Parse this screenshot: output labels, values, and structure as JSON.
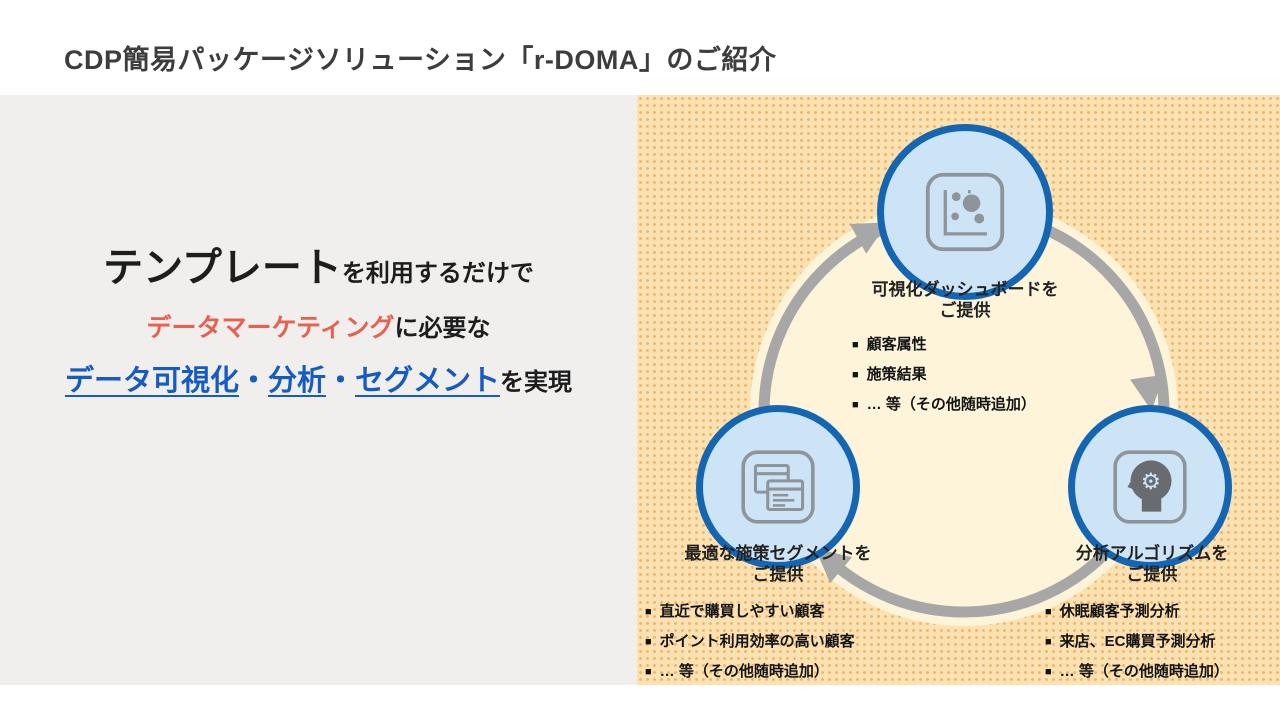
{
  "title": "CDP簡易パッケージソリューション「r-DOMA」のご紹介",
  "left_panel": {
    "line1": {
      "emphasis": "テンプレート",
      "rest": "を利用するだけで"
    },
    "line2": {
      "accent": "データマーケティング",
      "rest": "に必要な"
    },
    "line3": {
      "link1": "データ可視化",
      "sep1": "・",
      "link2": "分析",
      "sep2": "・",
      "link3": "セグメント",
      "rest": "を実現"
    }
  },
  "diagram": {
    "bullet_char": "■",
    "nodes": {
      "dashboard": {
        "icon": "bubble-chart-icon",
        "label_line1": "可視化ダッシュボードを",
        "label_line2": "ご提供"
      },
      "segment": {
        "icon": "browser-windows-icon",
        "label_line1": "最適な施策セグメントを",
        "label_line2": "ご提供"
      },
      "analysis": {
        "icon": "head-gear-icon",
        "label_line1": "分析アルゴリズムを",
        "label_line2": "ご提供"
      }
    },
    "lists": {
      "center": {
        "items": [
          "顧客属性",
          "施策結果",
          "… 等（その他随時追加）"
        ]
      },
      "segment": {
        "items": [
          "直近で購買しやすい顧客",
          "ポイント利用効率の高い顧客",
          "… 等（その他随時追加）"
        ]
      },
      "analysis": {
        "items": [
          "休眠顧客予測分析",
          "来店、EC購買予測分析",
          "… 等（その他随時追加）"
        ]
      }
    }
  },
  "colors": {
    "accent_red": "#e8604f",
    "link_blue": "#155bc2",
    "node_border": "#1566b2",
    "node_fill": "#cde4f7",
    "panel_orange": "#fce2b3",
    "panel_dot": "#efb76a",
    "ring_gray": "#a7a7a7",
    "left_panel_gray": "#f0efee"
  }
}
